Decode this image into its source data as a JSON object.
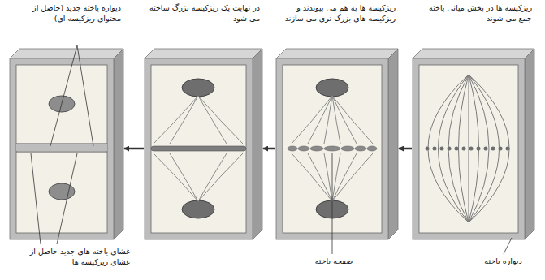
{
  "diagram": {
    "nodes": [
      {
        "text": [
          "ریزکیسه ها در بخش میانی یاخته جمع می شوند"
        ]
      },
      {
        "text": [
          "ریزکیسه ها به هم می پیوندند و ریزکیسه های بزرگ تری می سازند"
        ]
      },
      {
        "text": [
          "در نهایت یک ریزکیسه بزرگ ساخته می شود"
        ]
      },
      {
        "text": [
          "دیواره یاخته جدید (حاصل از محتوای ریزکیسه ای)"
        ]
      }
    ],
    "edges": [
      {
        "from": 0,
        "to": 1,
        "arrow": "to"
      },
      {
        "from": 1,
        "to": 2,
        "arrow": "to"
      },
      {
        "from": 2,
        "to": 3,
        "arrow": "to"
      }
    ],
    "labels": [
      "دیواره یاخته",
      "صفحه یاخته",
      "غشای یاخته های جدید حاصل از غشای ریزکیسه ها"
    ]
  }
}
